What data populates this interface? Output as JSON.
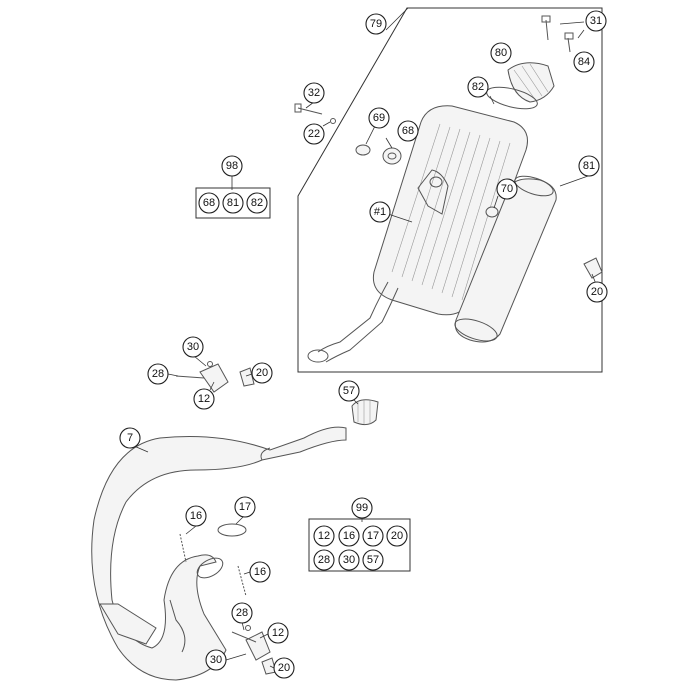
{
  "callouts": {
    "c79": "79",
    "c31": "31",
    "c80": "80",
    "c84": "84",
    "c82": "82",
    "c32": "32",
    "c22": "22",
    "c69": "69",
    "c68": "68",
    "c98": "98",
    "c98a": "68",
    "c98b": "81",
    "c98c": "82",
    "c81": "81",
    "c70": "70",
    "c1": "#1",
    "c20a": "20",
    "c30a": "30",
    "c28a": "28",
    "c20b": "20",
    "c12a": "12",
    "c57": "57",
    "c7": "7",
    "c16a": "16",
    "c17": "17",
    "c16b": "16",
    "c99": "99",
    "k99": [
      "12",
      "16",
      "17",
      "20",
      "28",
      "30",
      "57"
    ],
    "c28b": "28",
    "c12b": "12",
    "c30b": "30",
    "c20c": "20"
  }
}
